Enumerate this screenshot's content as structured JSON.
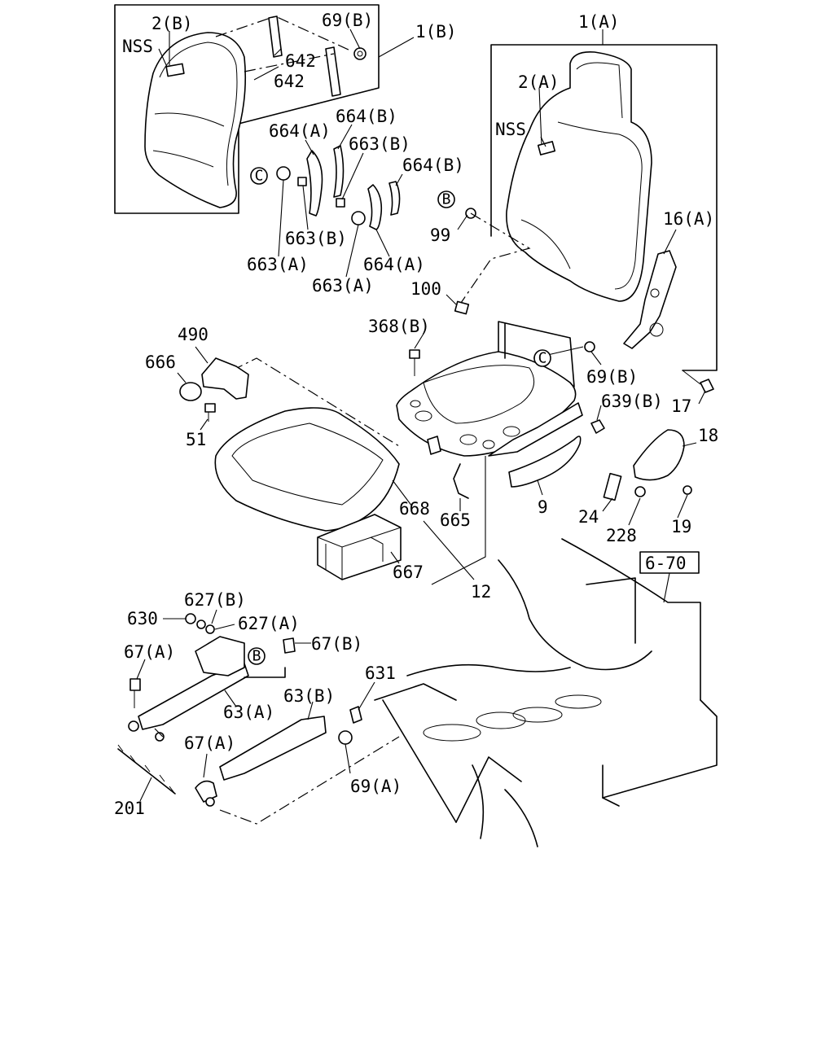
{
  "labels": {
    "l_2b": "2(B)",
    "l_nss_b": "NSS",
    "l_69b_top": "69(B)",
    "l_1b": "1(B)",
    "l_642a": "642",
    "l_642b": "642",
    "l_1a": "1(A)",
    "l_2a": "2(A)",
    "l_nss_a": "NSS",
    "l_664b_1": "664(B)",
    "l_664a_1": "664(A)",
    "l_663b_1": "663(B)",
    "l_664b_2": "664(B)",
    "l_663b_2": "663(B)",
    "l_663a_1": "663(A)",
    "l_663a_2": "663(A)",
    "l_664a_2": "664(A)",
    "l_99": "99",
    "l_100": "100",
    "l_16a": "16(A)",
    "l_368b": "368(B)",
    "l_490": "490",
    "l_666": "666",
    "l_51": "51",
    "l_69b_mid": "69(B)",
    "l_639b": "639(B)",
    "l_17": "17",
    "l_18": "18",
    "l_24": "24",
    "l_228": "228",
    "l_19": "19",
    "l_9": "9",
    "l_665": "665",
    "l_668": "668",
    "l_667": "667",
    "l_12": "12",
    "l_670": "6-70",
    "l_627b": "627(B)",
    "l_630": "630",
    "l_627a": "627(A)",
    "l_67a_1": "67(A)",
    "l_67b": "67(B)",
    "l_63a": "63(A)",
    "l_631": "631",
    "l_63b": "63(B)",
    "l_67a_2": "67(A)",
    "l_69a": "69(A)",
    "l_201": "201"
  },
  "refs": {
    "c_top": "C",
    "b_top": "B",
    "c_mid": "C",
    "b_low": "B"
  }
}
